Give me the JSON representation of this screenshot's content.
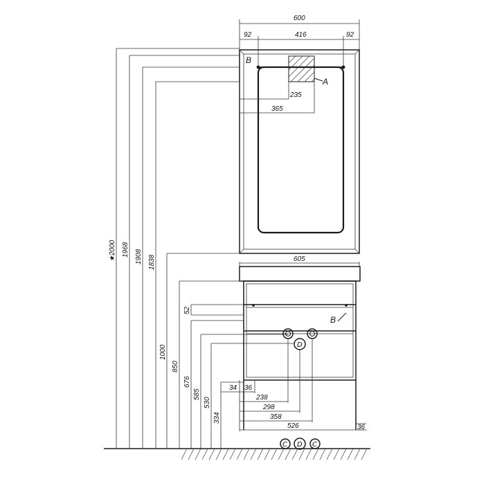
{
  "mirror": {
    "top_dims": [
      "600",
      "92",
      "416",
      "92"
    ],
    "inner_dims": [
      "235",
      "365"
    ],
    "label_b": "B",
    "label_a": "A"
  },
  "cabinet": {
    "width_dim": "605",
    "label_b": "B",
    "label_d": "D",
    "right_dim": "36"
  },
  "vertical_dims": [
    "★2000",
    "1968",
    "1908",
    "1838",
    "1000",
    "850",
    "676",
    "585",
    "530",
    "334",
    "52"
  ],
  "bottom_dims": [
    "34",
    "36",
    "238",
    "298",
    "358",
    "526"
  ],
  "floor_symbols": {
    "left": "C",
    "middle": "D",
    "right": "C"
  }
}
